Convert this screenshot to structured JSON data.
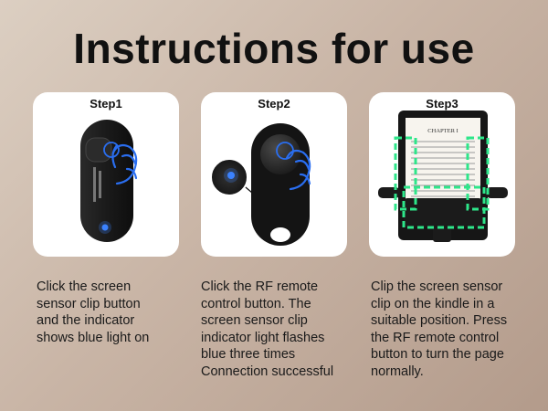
{
  "title": "Instructions for use",
  "steps": [
    {
      "label": "Step1",
      "description_lines": [
        "Click the screen",
        "sensor clip button",
        "and the indicator",
        "shows blue light on"
      ]
    },
    {
      "label": "Step2",
      "description_lines": [
        "Click the RF remote",
        "control button. The",
        "screen sensor clip",
        "indicator light flashes",
        "blue three times",
        "Connection successful"
      ]
    },
    {
      "label": "Step3",
      "description_lines": [
        "Clip the screen sensor",
        "clip on the kindle in a",
        "suitable position. Press",
        "the RF remote control",
        "button to turn the page",
        "normally."
      ],
      "ebook": {
        "heading": "CHAPTER I"
      }
    }
  ],
  "colors": {
    "accent_blue": "#2a6ef0",
    "highlight_green": "#2ee68a",
    "device_black": "#1c1c1c"
  }
}
